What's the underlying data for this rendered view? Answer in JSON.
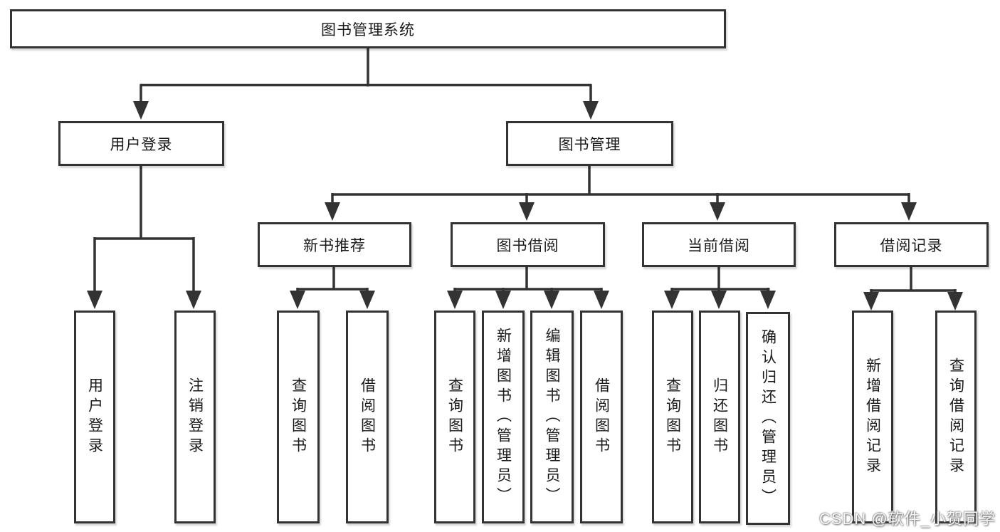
{
  "tree": {
    "label": "图书管理系统",
    "children": [
      {
        "label": "用户登录",
        "children": [
          {
            "label": "用户登录"
          },
          {
            "label": "注销登录"
          }
        ]
      },
      {
        "label": "图书管理",
        "children": [
          {
            "label": "新书推荐",
            "children": [
              {
                "label": "查询图书"
              },
              {
                "label": "借阅图书"
              }
            ]
          },
          {
            "label": "图书借阅",
            "children": [
              {
                "label": "查询图书"
              },
              {
                "label": "新增图书（管理员）"
              },
              {
                "label": "编辑图书（管理员）"
              },
              {
                "label": "借阅图书"
              }
            ]
          },
          {
            "label": "当前借阅",
            "children": [
              {
                "label": "查询图书"
              },
              {
                "label": "归还图书"
              },
              {
                "label": "确认归还（管理员）"
              }
            ]
          },
          {
            "label": "借阅记录",
            "children": [
              {
                "label": "新增借阅记录"
              },
              {
                "label": "查询借阅记录"
              }
            ]
          }
        ]
      }
    ]
  },
  "watermark": {
    "text": "CSDN @软件_小贺同学"
  },
  "colors": {
    "line": "#333333",
    "box_border": "#333333",
    "box_background": "#ffffff",
    "text": "#1a1a1a",
    "background": "#ffffff"
  }
}
